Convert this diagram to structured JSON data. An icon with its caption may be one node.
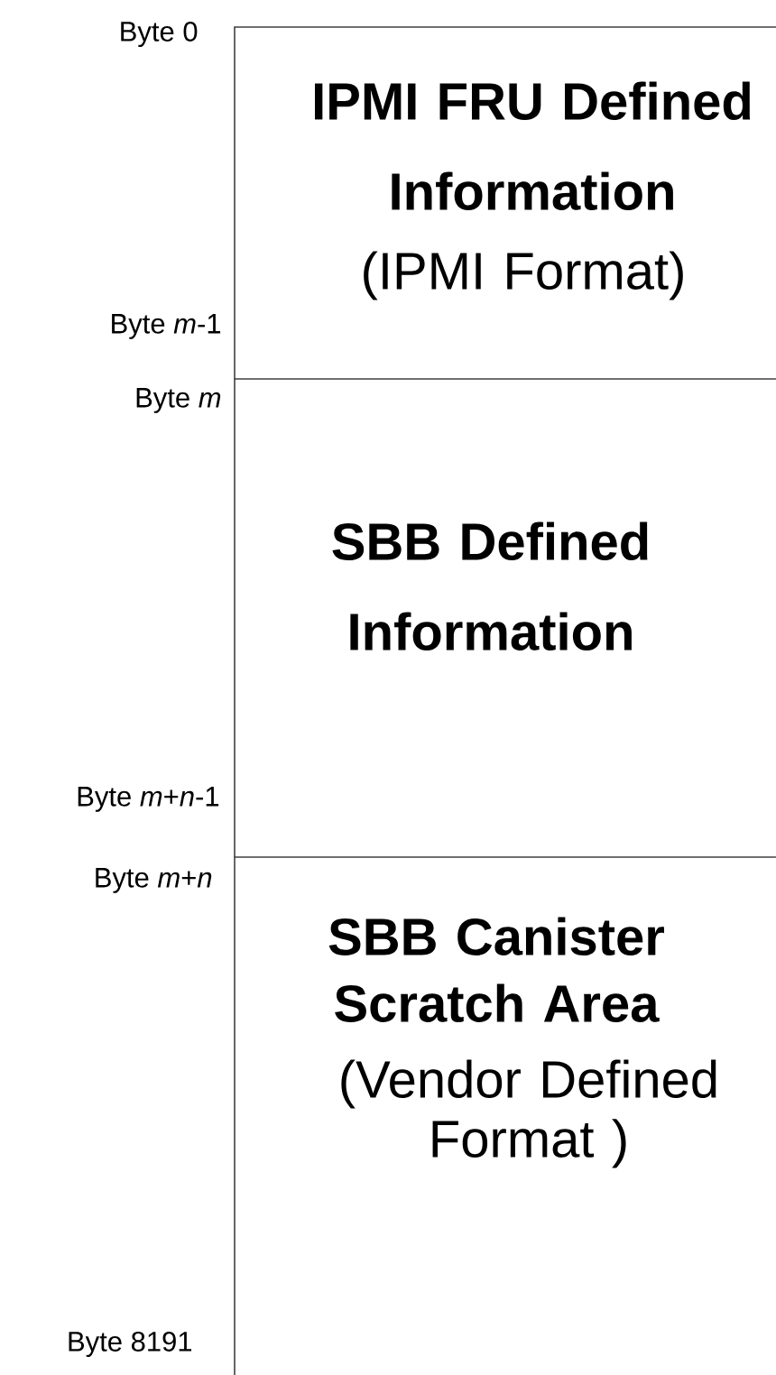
{
  "diagram": {
    "nodes": [
      {
        "text": [
          "IPMI FRU Defined Information",
          "(IPMI Format)"
        ]
      },
      {
        "text": [
          "SBB Defined Information"
        ]
      },
      {
        "text": [
          "SBB Canister Scratch Area",
          "(Vendor Defined Format )"
        ]
      }
    ],
    "labels": [
      "Byte 0",
      "Byte *m*-1",
      "Byte *m*",
      "Byte *m*+*n*-1",
      "Byte *m*+*n*",
      "Byte 8191"
    ]
  }
}
